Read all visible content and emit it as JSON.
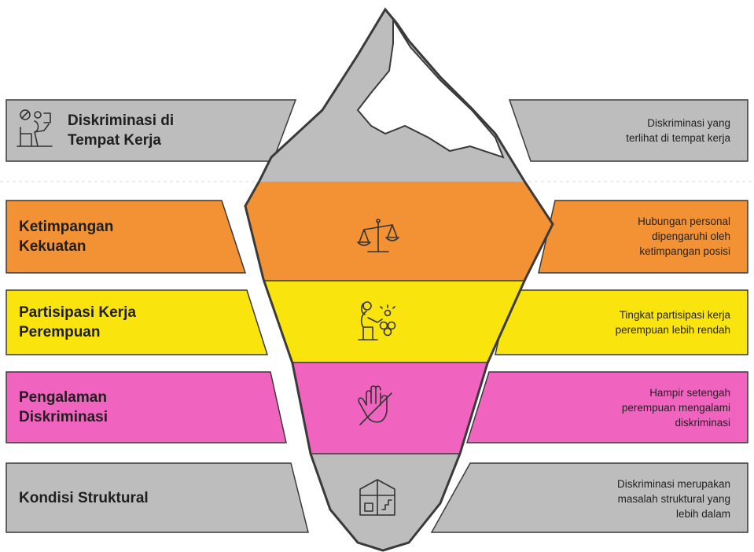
{
  "colors": {
    "gray": "#BDBDBD",
    "orange": "#F39135",
    "yellow": "#FAE40E",
    "magenta": "#F063BE",
    "outline": "#3A3A3A",
    "snow": "#FFFFFF"
  },
  "layers": [
    {
      "title_lines": [
        "Diskriminasi di",
        "Tempat Kerja"
      ],
      "desc_lines": [
        "Diskriminasi yang",
        "terlihat di tempat kerja"
      ],
      "icon": "workplace-discrimination-icon",
      "color": "#BDBDBD"
    },
    {
      "title_lines": [
        "Ketimpangan",
        "Kekuatan"
      ],
      "desc_lines": [
        "Hubungan personal",
        "dipengaruhi oleh",
        "ketimpangan posisi"
      ],
      "icon": "balance-scale-icon",
      "color": "#F39135"
    },
    {
      "title_lines": [
        "Partisipasi Kerja",
        "Perempuan"
      ],
      "desc_lines": [
        "Tingkat partisipasi kerja",
        "perempuan lebih rendah"
      ],
      "icon": "working-woman-icon",
      "color": "#FAE40E"
    },
    {
      "title_lines": [
        "Pengalaman",
        "Diskriminasi"
      ],
      "desc_lines": [
        "Hampir setengah",
        "perempuan mengalami",
        "diskriminasi"
      ],
      "icon": "stop-hand-icon",
      "color": "#F063BE"
    },
    {
      "title_lines": [
        "Kondisi Struktural"
      ],
      "desc_lines": [
        "Diskriminasi merupakan",
        "masalah struktural yang",
        "lebih dalam"
      ],
      "icon": "building-structure-icon",
      "color": "#BDBDBD"
    }
  ]
}
